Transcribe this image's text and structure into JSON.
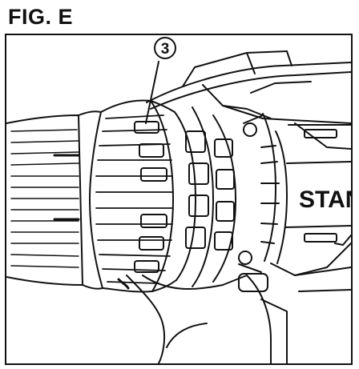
{
  "figure": {
    "label": "FIG. E",
    "callout_number": "3",
    "brand_text": "STAN"
  },
  "colors": {
    "ink": "#111111",
    "paper": "#ffffff"
  },
  "icons": {
    "callout": "circled-number-icon"
  }
}
